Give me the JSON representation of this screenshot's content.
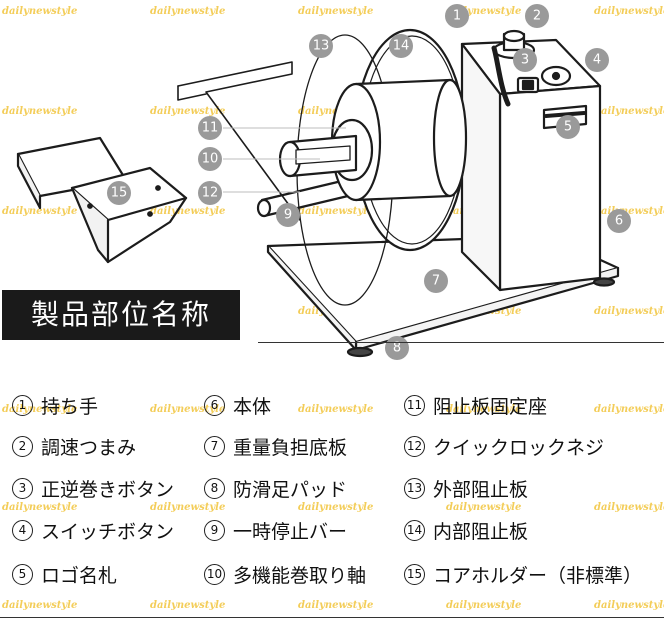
{
  "watermark": "dailynewstyle",
  "title": "製品部位名称",
  "callouts": [
    "1",
    "2",
    "3",
    "4",
    "5",
    "6",
    "7",
    "8",
    "9",
    "10",
    "11",
    "12",
    "13",
    "14",
    "15"
  ],
  "legend": [
    {
      "num": "1",
      "label": "持ち手"
    },
    {
      "num": "2",
      "label": "調速つまみ"
    },
    {
      "num": "3",
      "label": "正逆巻きボタン"
    },
    {
      "num": "4",
      "label": "スイッチボタン"
    },
    {
      "num": "5",
      "label": "ロゴ名札"
    },
    {
      "num": "6",
      "label": "本体"
    },
    {
      "num": "7",
      "label": "重量負担底板"
    },
    {
      "num": "8",
      "label": "防滑足パッド"
    },
    {
      "num": "9",
      "label": "一時停止バー"
    },
    {
      "num": "10",
      "label": "多機能巻取り軸"
    },
    {
      "num": "11",
      "label": "阻止板固定座"
    },
    {
      "num": "12",
      "label": "クイックロックネジ"
    },
    {
      "num": "13",
      "label": "外部阻止板"
    },
    {
      "num": "14",
      "label": "内部阻止板"
    },
    {
      "num": "15",
      "label": "コアホルダー（非標準）"
    }
  ]
}
